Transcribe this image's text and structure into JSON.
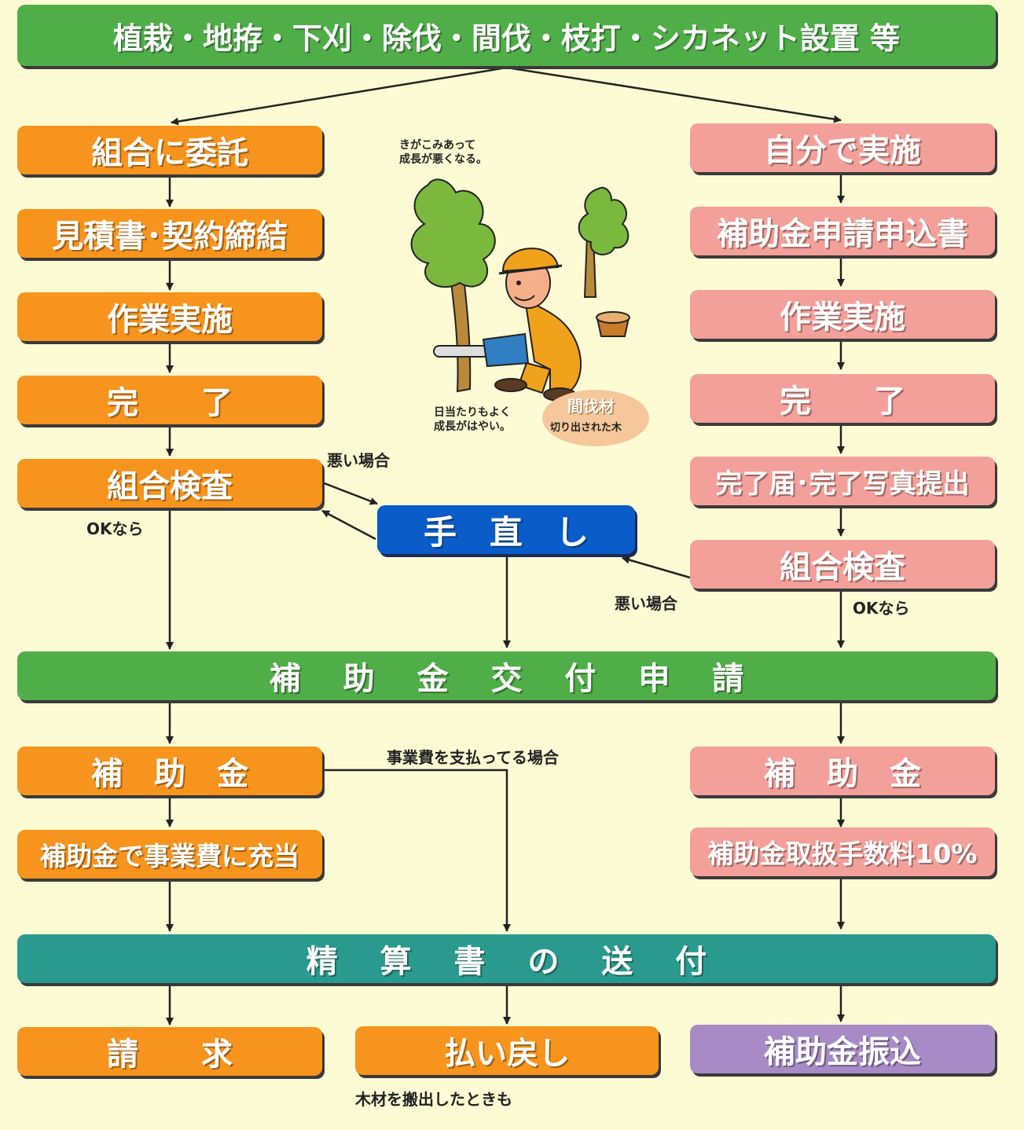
{
  "header": {
    "title": "植栽・地拵・下刈・除伐・間伐・枝打・シカネット設置 等"
  },
  "left_column": {
    "items": [
      "組合に委託",
      "見積書･契約締結",
      "作業実施",
      "完　　了",
      "組合検査"
    ],
    "ok_label": "OKなら",
    "bad_label": "悪い場合"
  },
  "right_column": {
    "items": [
      "自分で実施",
      "補助金申請申込書",
      "作業実施",
      "完　　了",
      "完了届･完了写真提出",
      "組合検査"
    ],
    "ok_label": "OKなら",
    "bad_label": "悪い場合"
  },
  "rework": {
    "label": "手　直　し"
  },
  "illustration": {
    "top_caption_line1": "きがこみあって",
    "top_caption_line2": "成長が悪くなる。",
    "bottom_caption_line1": "日当たりもよく",
    "bottom_caption_line2": "成長がはやい。",
    "stump_title": "間伐材",
    "stump_caption": "切り出された木"
  },
  "subsidy_application": {
    "label": "補 助 金 交 付 申 請"
  },
  "subsidy_row": {
    "left": "補　助　金",
    "right": "補　助　金",
    "payment_note": "事業費を支払ってる場合"
  },
  "allocation_row": {
    "left": "補助金で事業費に充当",
    "right": "補助金取扱手数料10%"
  },
  "settlement": {
    "label": "精 算 書 の 送 付"
  },
  "bottom_row": {
    "invoice": "請　　求",
    "refund": "払い戻し",
    "transfer": "補助金振込",
    "refund_note": "木材を搬出したときも"
  },
  "colors": {
    "background": "#fdfbd4",
    "orange": "#f7941d",
    "pink": "#f4a09a",
    "green": "#4fae48",
    "teal": "#2a9a8e",
    "blue": "#0a5cc8",
    "purple": "#a88bc6"
  }
}
